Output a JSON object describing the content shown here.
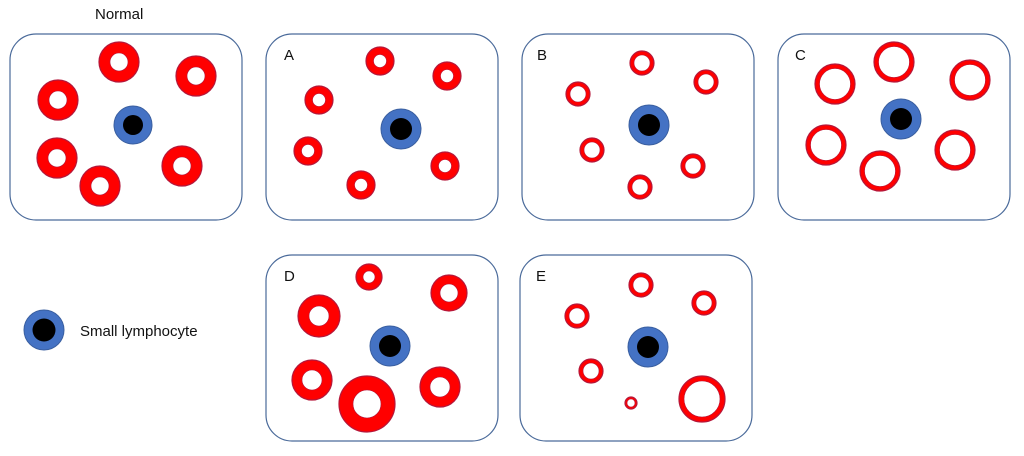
{
  "colors": {
    "rbc_fill": "#ff0000",
    "rbc_stroke": "#b5173a",
    "pale_center": "#ffffff",
    "lymph_cytoplasm": "#4472c4",
    "lymph_nucleus": "#000000",
    "panel_border": "#4a6a9a"
  },
  "panels": [
    {
      "key": "normal",
      "label": "Normal",
      "cell_style": "normal"
    },
    {
      "key": "a",
      "label": "A",
      "cell_style": "microcytic"
    },
    {
      "key": "b",
      "label": "B",
      "cell_style": "microcytic-hypochromic"
    },
    {
      "key": "c",
      "label": "C",
      "cell_style": "macrocytic-hypochromic"
    },
    {
      "key": "d",
      "label": "D",
      "cell_style": "anisocytosis"
    },
    {
      "key": "e",
      "label": "E",
      "cell_style": "anisocytosis-hypochromic"
    }
  ],
  "legend": {
    "label": "Small lymphocyte",
    "icon": "lymphocyte-icon"
  }
}
